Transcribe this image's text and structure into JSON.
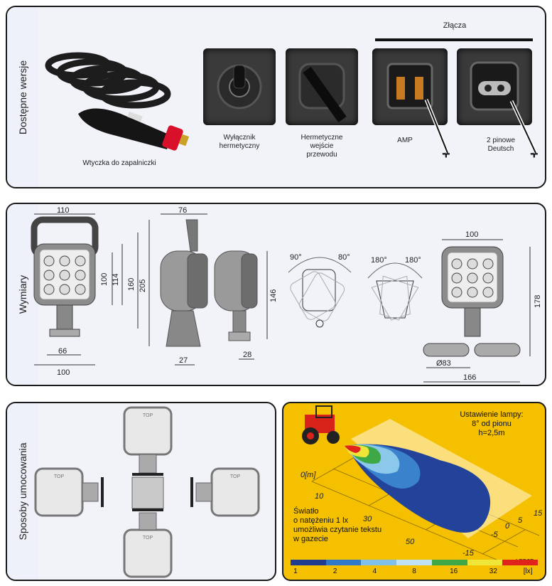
{
  "versions": {
    "title": "Dostępne wersje",
    "lighter_plug": "Wtyczka do zapalniczki",
    "switch": [
      "Wyłącznik",
      "hermetyczny"
    ],
    "cable_entry": [
      "Hermetyczne",
      "wejście",
      "przewodu"
    ],
    "connectors_title": "Złącza",
    "amp": "AMP",
    "deutsch": [
      "2 pinowe",
      "Deutsch"
    ],
    "plus_sign": "+"
  },
  "dimensions": {
    "title": "Wymiary",
    "front_width": "110",
    "height_100": "100",
    "height_114": "114",
    "height_160": "160",
    "height_205": "205",
    "base_66": "66",
    "base_100": "100",
    "side_76": "76",
    "side_146": "146",
    "side_27": "27",
    "side_28": "28",
    "tilt_left": "90°",
    "tilt_right": "80°",
    "rot_left": "180°",
    "rot_right": "180°",
    "magnet_width": "100",
    "magnet_height": "178",
    "magnet_diameter": "Ø83",
    "magnet_base": "166"
  },
  "mounting": {
    "title": "Sposoby umocowania",
    "top_label": "TOP"
  },
  "light": {
    "setting_lines": [
      "Ustawienie lampy:",
      "8° od pionu",
      "h=2,5m"
    ],
    "info_lines": [
      "Światło",
      "o natężeniu 1 lx",
      "umożliwia czytanie tekstu",
      "w gazecie"
    ],
    "model": "LED2F",
    "axis_label": "0[m]",
    "distance_ticks": [
      "10",
      "30",
      "50"
    ],
    "lateral_ticks": [
      "15",
      "5",
      "0",
      "-5",
      "-15"
    ],
    "scale_values": [
      "1",
      "2",
      "4",
      "8",
      "16",
      "32",
      "[lx]"
    ],
    "scale_colors": [
      "#1f3c8e",
      "#2f79c8",
      "#7fc1e8",
      "#bfe3f4",
      "#3da845",
      "#f0e63a",
      "#e0231b"
    ]
  }
}
